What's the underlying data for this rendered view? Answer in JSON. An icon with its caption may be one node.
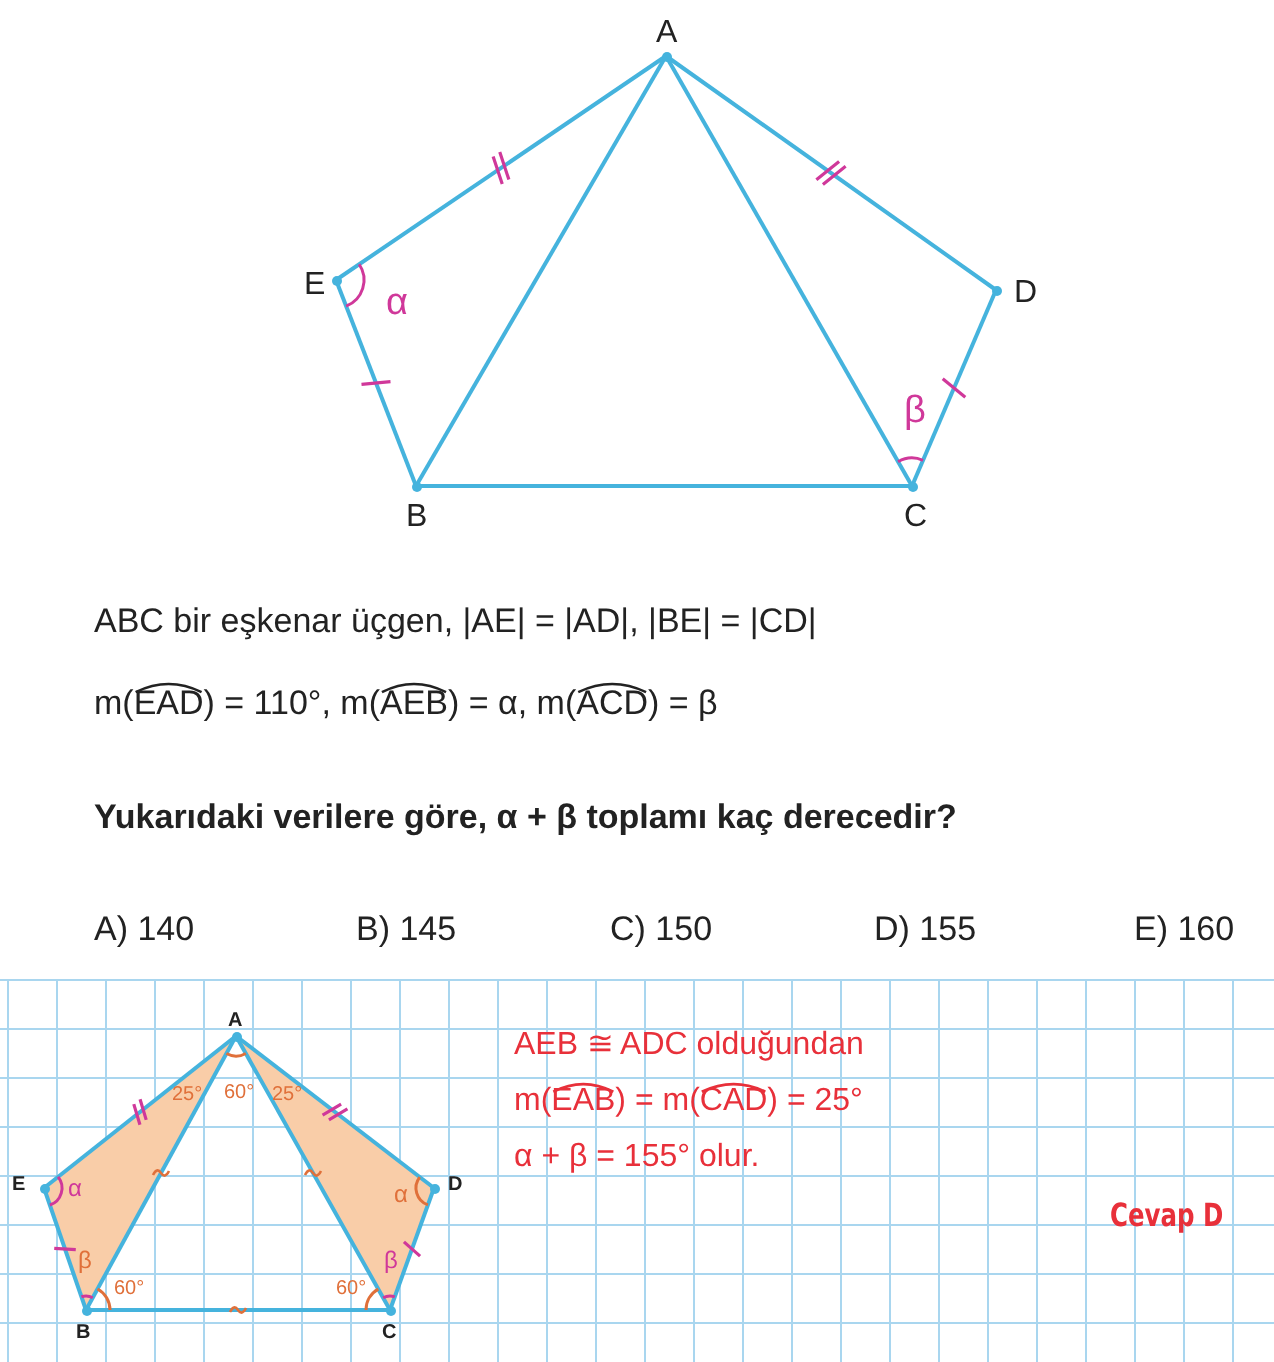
{
  "diagram": {
    "nodes": [
      {
        "text": [],
        "shape": "point",
        "beside": [
          "A"
        ]
      },
      {
        "text": [],
        "shape": "point",
        "beside": [
          "E"
        ]
      },
      {
        "text": [],
        "shape": "point",
        "beside": [
          "D"
        ]
      },
      {
        "text": [],
        "shape": "point",
        "beside": [
          "B"
        ]
      },
      {
        "text": [],
        "shape": "point",
        "beside": [
          "C"
        ]
      },
      {
        "text": [],
        "shape": "point",
        "beside": [
          "A"
        ]
      },
      {
        "text": [],
        "shape": "point",
        "beside": [
          "E"
        ]
      },
      {
        "text": [],
        "shape": "point",
        "beside": [
          "D"
        ]
      },
      {
        "text": [],
        "shape": "point",
        "beside": [
          "B"
        ]
      },
      {
        "text": [],
        "shape": "point",
        "beside": [
          "C"
        ]
      }
    ],
    "edges": [
      {
        "from": 0,
        "to": 1,
        "arrow": "none"
      },
      {
        "from": 0,
        "to": 2,
        "arrow": "none"
      },
      {
        "from": 1,
        "to": 3,
        "arrow": "none"
      },
      {
        "from": 2,
        "to": 4,
        "arrow": "none"
      },
      {
        "from": 3,
        "to": 4,
        "arrow": "none"
      },
      {
        "from": 0,
        "to": 3,
        "arrow": "none"
      },
      {
        "from": 0,
        "to": 4,
        "arrow": "none"
      },
      {
        "from": 5,
        "to": 6,
        "arrow": "none"
      },
      {
        "from": 5,
        "to": 7,
        "arrow": "none"
      },
      {
        "from": 6,
        "to": 8,
        "arrow": "none"
      },
      {
        "from": 7,
        "to": 9,
        "arrow": "none"
      },
      {
        "from": 8,
        "to": 9,
        "arrow": "none"
      },
      {
        "from": 5,
        "to": 8,
        "arrow": "none"
      },
      {
        "from": 5,
        "to": 9,
        "arrow": "none"
      }
    ],
    "labels": [
      "α",
      "β",
      "ABC bir eşkenar üçgen,  |AE| = |AD|,  |BE| = |CD|",
      "m(EAD) = 110°,  m(AEB) = α,  m(ACD) = β",
      "Yukarıdaki verilere göre,  α + β  toplamı kaç derecedir?",
      "A) 140",
      "B) 145",
      "C) 150",
      "D) 155",
      "E) 160",
      "25°",
      "60°",
      "25°",
      "α",
      "α",
      "β",
      "β",
      "60°",
      "60°",
      "AEB ≅ ADC olduğundan",
      "m(EAB) = m(CAD) = 25°",
      "α + β = 155°  olur.",
      "Cevap D"
    ]
  }
}
